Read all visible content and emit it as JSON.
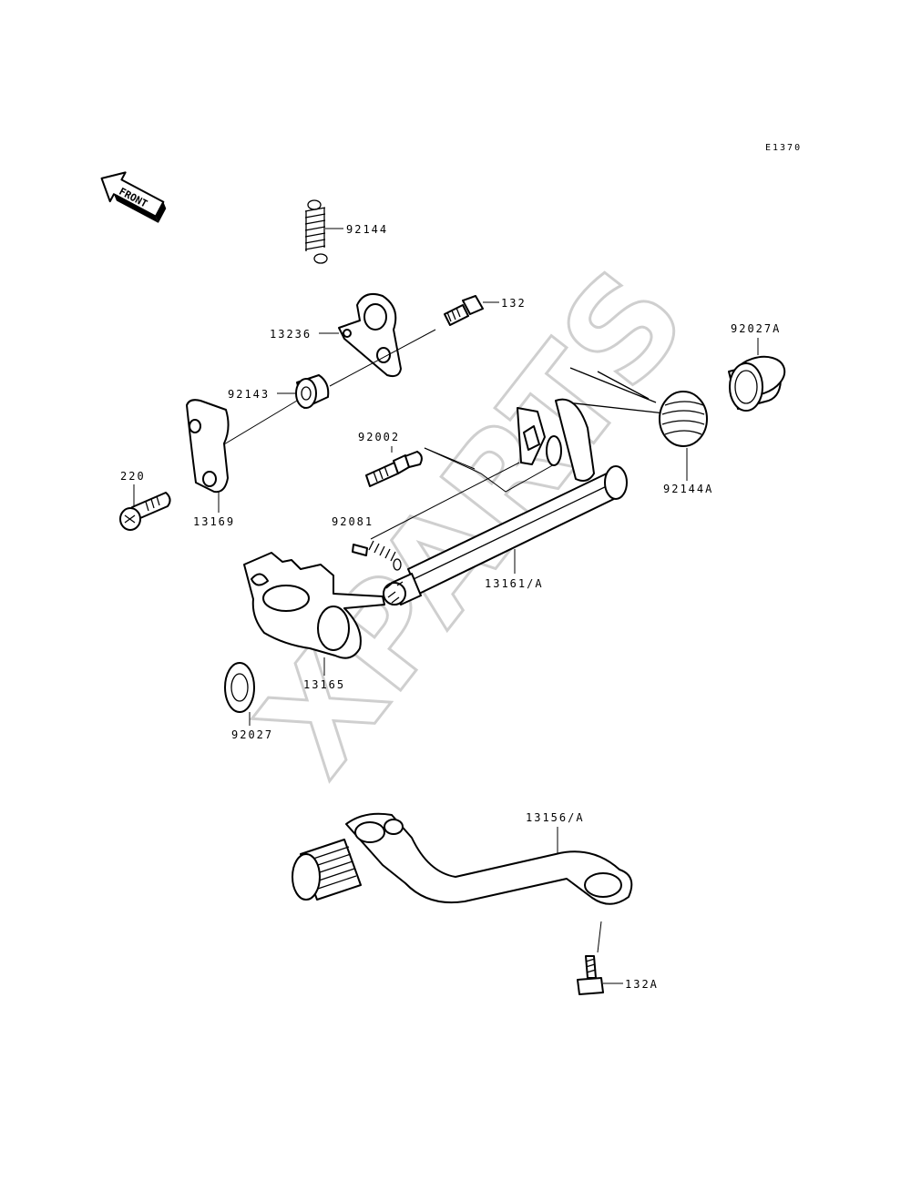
{
  "diagram": {
    "code": "E1370",
    "front_label": "FRONT",
    "watermark": "XPARTS",
    "parts": {
      "spring_top": "92144",
      "bolt_132": "132",
      "plate_13236": "13236",
      "collar_92027a": "92027A",
      "collar_92143": "92143",
      "pin_92002": "92002",
      "spring_92144a": "92144A",
      "bolt_220": "220",
      "plate_13169": "13169",
      "spring_92081": "92081",
      "shaft_13161a": "13161/A",
      "plate_13165": "13165",
      "seal_92027": "92027",
      "pedal_13156a": "13156/A",
      "bolt_132a": "132A"
    }
  }
}
